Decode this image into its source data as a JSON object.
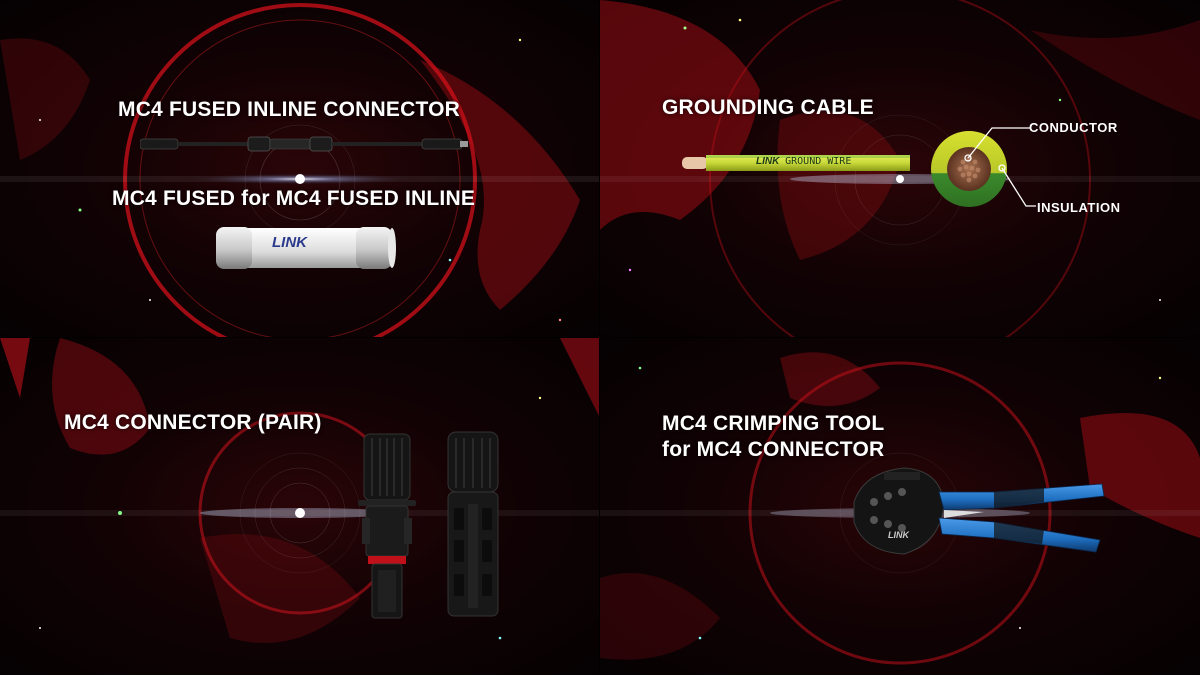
{
  "panels": {
    "fused_inline": {
      "title": "MC4 FUSED INLINE CONNECTOR",
      "subtitle": "MC4 FUSED for MC4 FUSED INLINE",
      "fuse_logo": "LINK"
    },
    "grounding": {
      "title": "GROUNDING CABLE",
      "cable_print": "GROUND WIRE",
      "cable_logo": "LINK",
      "callout_conductor": "CONDUCTOR",
      "callout_insulation": "INSULATION"
    },
    "connector_pair": {
      "title": "MC4 CONNECTOR (PAIR)"
    },
    "crimping": {
      "title_line1": "MC4 CRIMPING TOOL",
      "title_line2": "for MC4 CONNECTOR",
      "tool_logo": "LINK"
    }
  },
  "colors": {
    "nebula_red": "#c0101a",
    "wire_yellow_green": "#c8d838",
    "grip_blue": "#1e6fc0",
    "copper": "#8a5a3a"
  }
}
